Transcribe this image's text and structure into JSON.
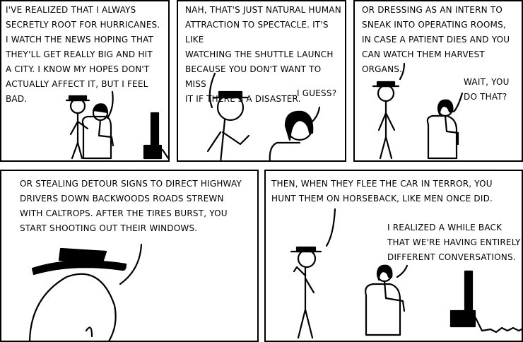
{
  "comic": {
    "panels": [
      {
        "id": "panel-1",
        "caption": "I've realized that I always\nsecretly root for hurricanes.\nI watch the news hoping that\nthey'll get really big and hit\na city. I know my hopes don't\nactually affect it, but I feel bad."
      },
      {
        "id": "panel-2",
        "caption": "Nah, that's just natural human\nattraction to spectacle. It's like\nwatching the shuttle launch\nbecause you don't want to miss\nit if there's a disaster.",
        "reply": "...I guess?"
      },
      {
        "id": "panel-3",
        "caption": "Or dressing as an intern to\nsneak into operating rooms,\nin case a patient dies and you\ncan watch them harvest organs.",
        "reply": "Wait, you\ndo that?"
      },
      {
        "id": "panel-4",
        "caption": "Or stealing detour signs to direct highway\ndrivers down backwoods roads strewn\nwith caltrops. After the tires burst, you\nstart shooting out their windows."
      },
      {
        "id": "panel-5",
        "caption": "Then, when they flee the car in terror, you\nhunt them on horseback, like men once did.",
        "reply": "I realized a while back\nthat we're having entirely\ndifferent conversations."
      }
    ]
  }
}
